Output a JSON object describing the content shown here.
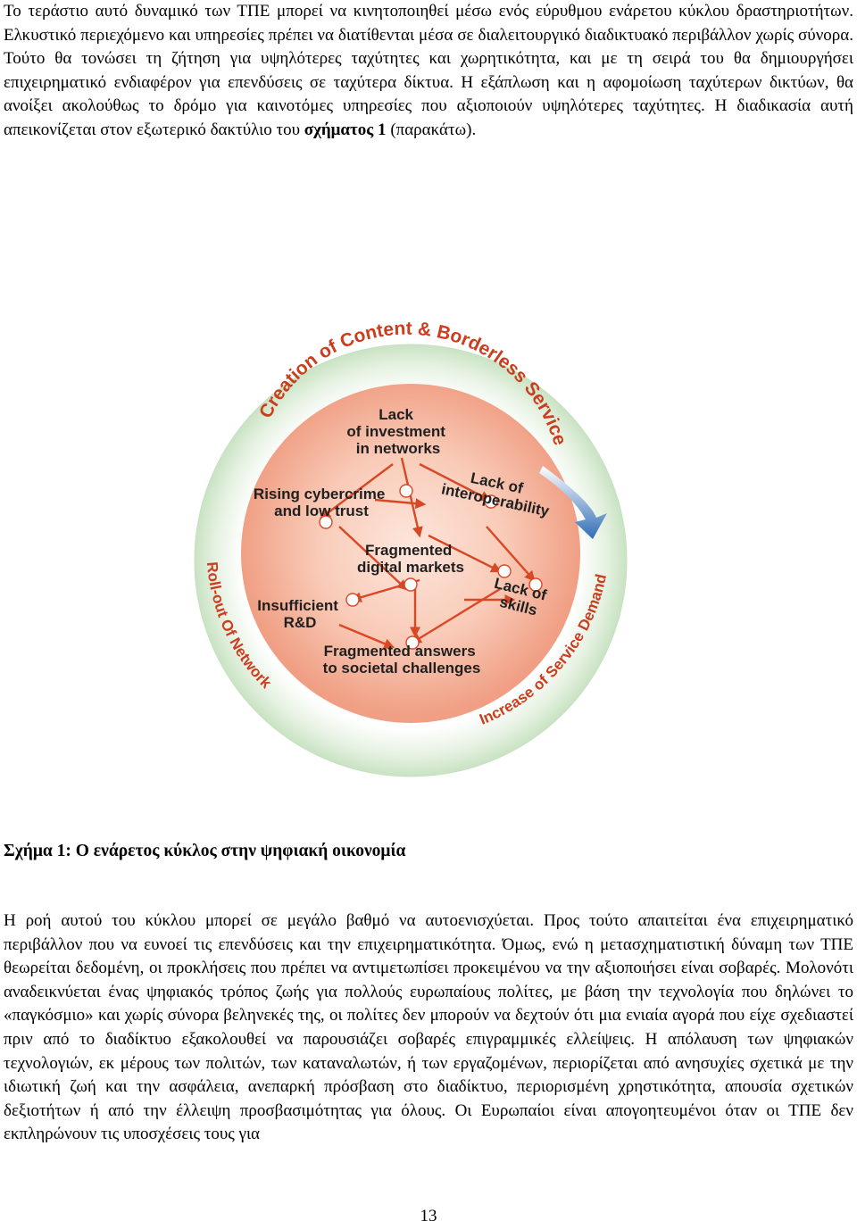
{
  "paragraph_top": {
    "lines": [
      "Το τεράστιο αυτό δυναμικό των ΤΠΕ μπορεί να κινητοποιηθεί μέσω ενός εύρυθμου ενάρετου κύκλου δραστηριοτήτων. Ελκυστικό περιεχόμενο και υπηρεσίες πρέπει να διατίθενται μέσα σε διαλειτουργικό διαδικτυακό περιβάλλον χωρίς σύνορα. Τούτο θα τονώσει τη ζήτηση για υψηλότερες ταχύτητες και χωρητικότητα, και με τη σειρά του θα δημιουργήσει επιχειρηματικό ενδιαφέρον για επενδύσεις σε ταχύτερα δίκτυα. Η εξάπλωση και η αφομοίωση ταχύτερων δικτύων, θα ανοίξει ακολούθως το δρόμο για καινοτόμες υπηρεσίες που αξιοποιούν υψηλότερες ταχύτητες. Η διαδικασία αυτή απεικονίζεται στον εξωτερικό δακτύλιο του "
    ],
    "bold_ref": "σχήματος 1",
    "tail": " (παρακάτω)."
  },
  "figure": {
    "outer_ring": {
      "top": "Creation of Content & Borderless Services",
      "left": "Roll-out Of Networks",
      "right": "Increase of Service Demand"
    },
    "nodes": {
      "lack_investment": [
        "Lack",
        "of investment",
        "in networks"
      ],
      "cybercrime": [
        "Rising cybercrime",
        "and low trust"
      ],
      "interoperability": [
        "Lack of",
        "interoperability"
      ],
      "fragmented_markets": [
        "Fragmented",
        "digital markets"
      ],
      "rnd": [
        "Insufficient",
        "R&D"
      ],
      "skills": [
        "Lack of",
        "skills"
      ],
      "societal": [
        "Fragmented answers",
        "to societal challenges"
      ]
    },
    "colors": {
      "outer_green": "#d6ead2",
      "inner_core": "#f3a58c",
      "text_red": "#cc3d1e",
      "arrow_red": "#d94825",
      "blue_arrow": "#2f6db5"
    }
  },
  "caption": "Σχήμα 1: Ο ενάρετος κύκλος στην ψηφιακή οικονομία",
  "paragraph_bottom": "Η ροή αυτού του κύκλου μπορεί σε μεγάλο βαθμό να αυτοενισχύεται. Προς τούτο απαιτείται ένα επιχειρηματικό περιβάλλον που να ευνοεί τις επενδύσεις και την επιχειρηματικότητα. Όμως, ενώ η μετασχηματιστική δύναμη των ΤΠΕ θεωρείται δεδομένη, οι προκλήσεις που πρέπει να αντιμετωπίσει προκειμένου να την αξιοποιήσει είναι σοβαρές. Μολονότι αναδεικνύεται ένας ψηφιακός τρόπος ζωής για πολλούς ευρωπαίους πολίτες, με βάση την τεχνολογία που δηλώνει το «παγκόσμιο» και χωρίς σύνορα βεληνεκές της, οι πολίτες δεν μπορούν να δεχτούν ότι μια ενιαία αγορά που είχε σχεδιαστεί πριν από το διαδίκτυο εξακολουθεί να παρουσιάζει σοβαρές επιγραμμικές ελλείψεις. Η απόλαυση των ψηφιακών τεχνολογιών, εκ μέρους των πολιτών, των καταναλωτών, ή των εργαζομένων, περιορίζεται από ανησυχίες σχετικά με την ιδιωτική ζωή και την ασφάλεια, ανεπαρκή πρόσβαση στο διαδίκτυο, περιορισμένη χρηστικότητα, απουσία σχετικών δεξιοτήτων ή από την έλλειψη προσβασιμότητας για όλους. Οι Ευρωπαίοι είναι απογοητευμένοι όταν οι ΤΠΕ δεν εκπληρώνουν τις υποσχέσεις τους για",
  "page_number": "13"
}
